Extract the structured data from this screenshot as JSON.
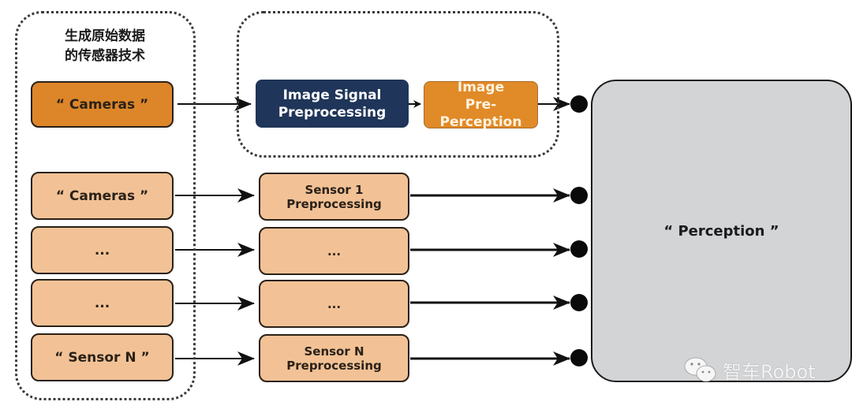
{
  "sensor_group": {
    "title_line1": "生成原始数据",
    "title_line2": "的传感器技术"
  },
  "camera_pipeline": {
    "source_label": "“ Cameras ”",
    "isp_label_line1": "Image Signal",
    "isp_label_line2": "Preprocessing",
    "ipp_label_line1": "Image",
    "ipp_label_line2": "Pre-Perception"
  },
  "sensor_rows": [
    {
      "source": "“ Cameras ”",
      "pre_line1": "Sensor 1",
      "pre_line2": "Preprocessing"
    },
    {
      "source": "...",
      "pre_line1": "...",
      "pre_line2": ""
    },
    {
      "source": "...",
      "pre_line1": "...",
      "pre_line2": ""
    },
    {
      "source": "“ Sensor N ”",
      "pre_line1": "Sensor N",
      "pre_line2": "Preprocessing"
    }
  ],
  "perception": {
    "label": "“ Perception ”"
  },
  "watermark": {
    "icon": "wechat-icon",
    "text": "智车Robot"
  },
  "colors": {
    "camera_main": "#dd8629",
    "sensor_box": "#f2c296",
    "isp": "#1f3559",
    "pre_perception": "#e18a28",
    "perception": "#d3d4d6"
  }
}
